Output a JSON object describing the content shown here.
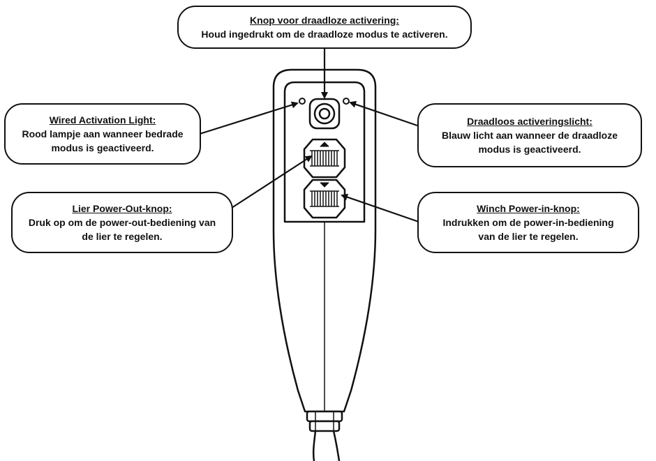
{
  "callouts": {
    "wireless_button": {
      "title": "Knop voor draadloze activering:",
      "description": "Houd ingedrukt om de draadloze modus te activeren."
    },
    "wired_light": {
      "title": "Wired Activation Light:",
      "description": "Rood lampje aan wanneer bedrade\nmodus is geactiveerd."
    },
    "wireless_light": {
      "title": "Draadloos activeringslicht:",
      "description": "Blauw licht aan wanneer de draadloze\nmodus is geactiveerd."
    },
    "power_out": {
      "title": "Lier Power-Out-knop:",
      "description": "Druk op om de power-out-bediening van\nde lier te regelen."
    },
    "power_in": {
      "title": "Winch Power-in-knop:",
      "description": "Indrukken om de power-in-bediening\nvan de lier te regelen."
    }
  },
  "colors": {
    "line": "#111111",
    "background": "#ffffff"
  }
}
